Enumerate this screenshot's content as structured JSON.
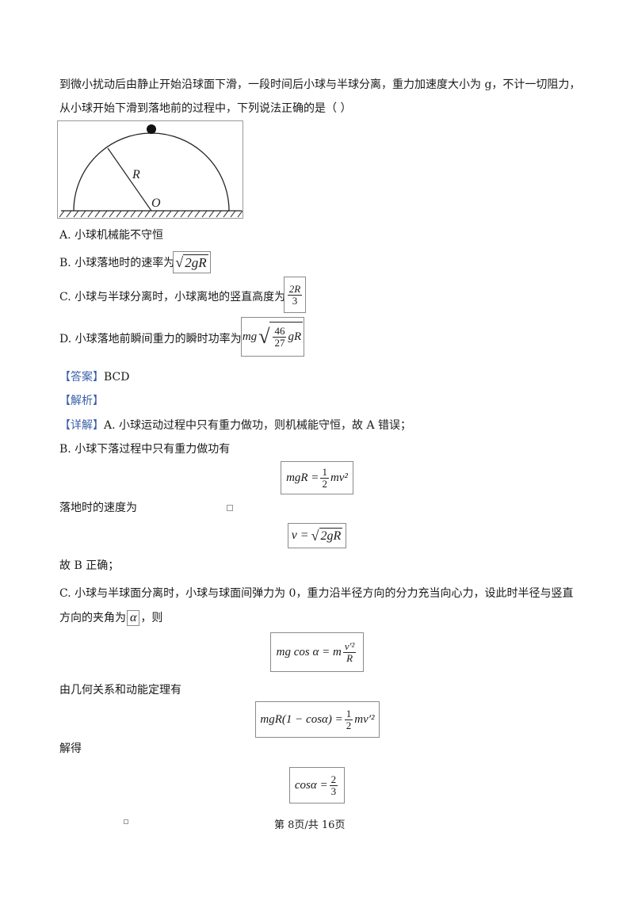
{
  "stem": {
    "line1": "到微小扰动后由静止开始沿球面下滑，一段时间后小球与半球分离，重力加速度大小为 g，不计一切阻力，",
    "line2": "从小球开始下滑到落地前的过程中，下列说法正确的是（          ）"
  },
  "figure": {
    "radius_label": "R",
    "center_label": "O"
  },
  "options": {
    "a": "A.  小球机械能不守恒",
    "b": "B.  小球落地时的速率为",
    "c": "C.  小球与半球分离时，小球离地的竖直高度为",
    "d": "D.  小球落地前瞬间重力的瞬时功率为"
  },
  "formulas": {
    "b_rad": "2gR",
    "c_num": "2R",
    "c_den": "3",
    "d_prefix": "mg",
    "d_num": "46",
    "d_den": "27",
    "d_suffix": "gR",
    "energy_lhs": "mgR =",
    "energy_num": "1",
    "energy_den": "2",
    "energy_rhs": "mv²",
    "v_lhs": "v =",
    "v_rad": "2gR",
    "alpha": "α",
    "c1_lhs": "mg cos α = m",
    "c1_num": "v′²",
    "c1_den": "R",
    "c2_lhs": "mgR(1 − cosα) =",
    "c2_num": "1",
    "c2_den": "2",
    "c2_rhs": "mv′²",
    "c3_lhs": "cosα =",
    "c3_num": "2",
    "c3_den": "3"
  },
  "answer": {
    "bracket": "【答案】",
    "value": "BCD"
  },
  "analysis": {
    "bracket": "【解析】"
  },
  "detail": {
    "bracket": "【详解】",
    "a": "A.  小球运动过程中只有重力做功，则机械能守恒，故 A 错误；",
    "b": "B.  小球下落过程中只有重力做功有",
    "speed": "落地时的速度为",
    "b_correct": "故 B 正确；",
    "c1": "C.  小球与半球面分离时，小球与球面间弹力为 0，重力沿半径方向的分力充当向心力，设此时半径与竖直",
    "c2a": "方向的夹角为",
    "c2b": "，则",
    "geom": "由几何关系和动能定理有",
    "solve": "解得"
  },
  "footer": {
    "page": "第 8页/共 16页"
  }
}
